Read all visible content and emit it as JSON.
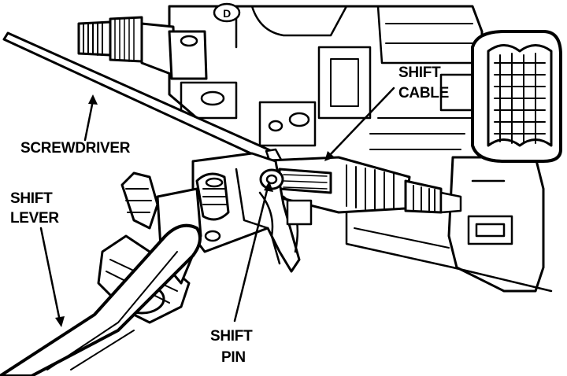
{
  "figure": {
    "callouts": [
      {
        "id": "screwdriver",
        "lines": [
          "SCREWDRIVER"
        ]
      },
      {
        "id": "shift-lever",
        "lines": [
          "SHIFT",
          "LEVER"
        ]
      },
      {
        "id": "shift-cable",
        "lines": [
          "SHIFT",
          "CABLE"
        ]
      },
      {
        "id": "shift-pin",
        "lines": [
          "SHIFT",
          "PIN"
        ]
      }
    ],
    "circled_marker": "D"
  },
  "colors": {
    "ink": "#000000",
    "paper": "#ffffff"
  }
}
